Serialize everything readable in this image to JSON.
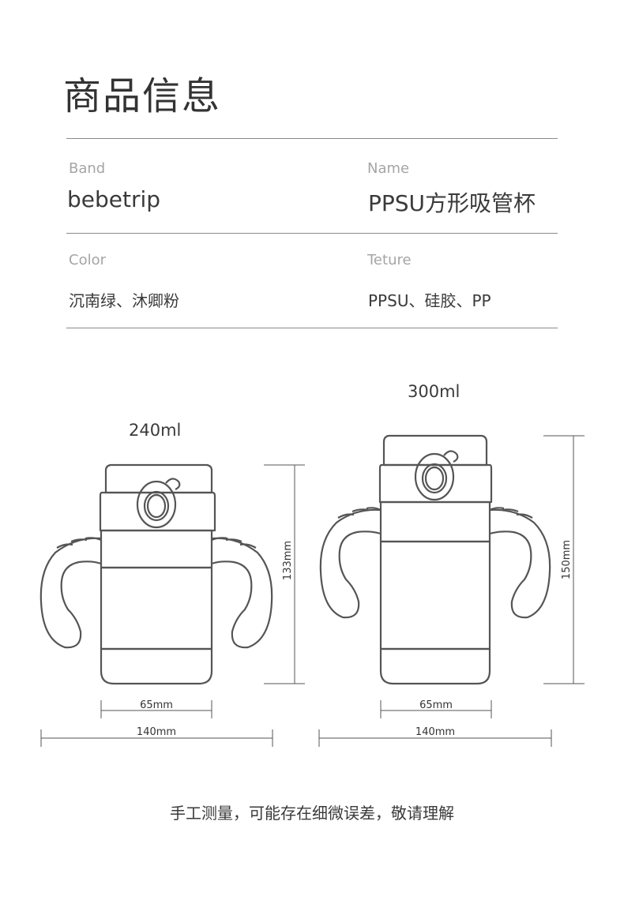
{
  "title": "商品信息",
  "specs": {
    "band": {
      "label": "Band",
      "value": "bebetrip"
    },
    "name": {
      "label": "Name",
      "value": "PPSU方形吸管杯"
    },
    "color": {
      "label": "Color",
      "value": "沉南绿、沐卿粉"
    },
    "texture": {
      "label": "Teture",
      "value": "PPSU、硅胶、PP"
    }
  },
  "cups": {
    "small": {
      "capacity": "240ml",
      "height": "133mm",
      "body_width": "65mm",
      "total_width": "140mm"
    },
    "large": {
      "capacity": "300ml",
      "height": "150mm",
      "body_width": "65mm",
      "total_width": "140mm"
    }
  },
  "footer_note": "手工测量，可能存在细微误差，敬请理解",
  "colors": {
    "line": "#555555",
    "rule": "#8a8a8a",
    "label": "#a5a5a5",
    "text": "#3a3a3a"
  }
}
